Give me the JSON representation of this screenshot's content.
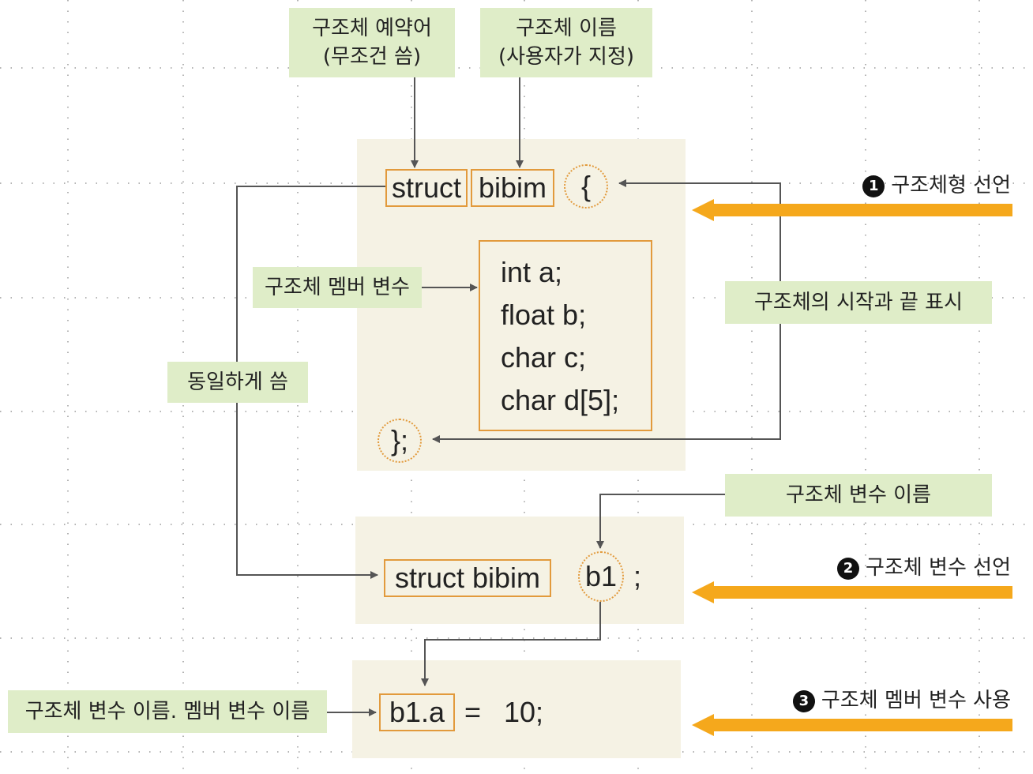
{
  "labels": {
    "keyword_label": [
      "구조체 예약어",
      "(무조건 씀)"
    ],
    "name_label": [
      "구조체 이름",
      "(사용자가 지정)"
    ],
    "member_label": "구조체 멤버 변수",
    "start_end_label": "구조체의 시작과 끝 표시",
    "same_label": "동일하게 씀",
    "var_name_label": "구조체 변수 이름",
    "member_access_label": "구조체 변수 이름. 멤버 변수 이름"
  },
  "steps": [
    {
      "num": "1",
      "text": "구조체형 선언"
    },
    {
      "num": "2",
      "text": "구조체 변수 선언"
    },
    {
      "num": "3",
      "text": "구조체 멤버 변수 사용"
    }
  ],
  "code": {
    "keyword": "struct",
    "name": "bibim",
    "open_brace": "{",
    "members": [
      "int a;",
      "float b;",
      "char c;",
      "char d[5];"
    ],
    "close_brace": "};",
    "decl_type": "struct bibim",
    "decl_var": "b1",
    "decl_semicolon": ";",
    "access_expr": "b1.a",
    "assign": "=",
    "value": "10;"
  },
  "colors": {
    "panel": "#f5f2e4",
    "label_bg": "#dfedc8",
    "highlight_border": "#e29a3c",
    "step_arrow": "#f5a81c",
    "connector": "#555555"
  }
}
